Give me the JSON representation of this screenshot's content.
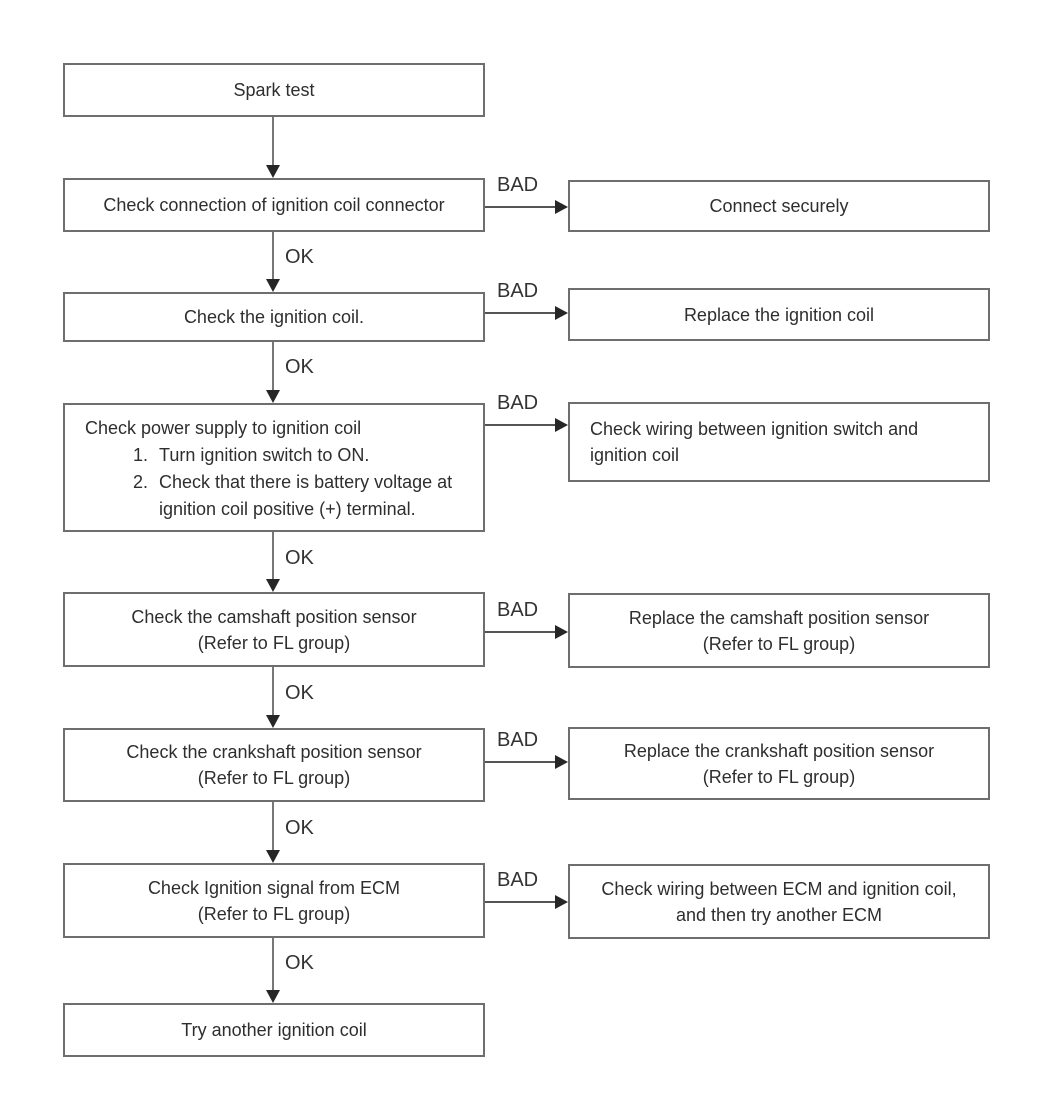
{
  "labels": {
    "ok": "OK",
    "bad": "BAD"
  },
  "colors": {
    "box_border": "#6e6e6e",
    "connector_line": "#777777",
    "arrowhead": "#262626",
    "text": "#2e2e2e"
  },
  "nodes": {
    "spark_test": {
      "lines": [
        "Spark test"
      ]
    },
    "check_connection": {
      "lines": [
        "Check connection of ignition coil connector"
      ]
    },
    "connect_securely": {
      "lines": [
        "Connect securely"
      ]
    },
    "check_ignition_coil": {
      "lines": [
        "Check the ignition coil."
      ]
    },
    "replace_ignition_coil": {
      "lines": [
        "Replace the ignition coil"
      ]
    },
    "check_power_supply": {
      "title": "Check power supply to ignition coil",
      "steps": [
        {
          "num": "1.",
          "text": "Turn ignition switch to ON."
        },
        {
          "num": "2.",
          "text": "Check that there is battery voltage at"
        }
      ],
      "step2_continuation": "ignition coil positive (+) terminal."
    },
    "check_wiring_ignition_switch": {
      "lines": [
        "Check wiring between ignition switch and",
        "ignition coil"
      ]
    },
    "check_camshaft_sensor": {
      "lines": [
        "Check the camshaft position sensor",
        "(Refer to FL group)"
      ]
    },
    "replace_camshaft_sensor": {
      "lines": [
        "Replace the camshaft position sensor",
        "(Refer to FL group)"
      ]
    },
    "check_crankshaft_sensor": {
      "lines": [
        "Check the crankshaft position sensor",
        "(Refer to FL group)"
      ]
    },
    "replace_crankshaft_sensor": {
      "lines": [
        "Replace the crankshaft position sensor",
        "(Refer to FL group)"
      ]
    },
    "check_ecm_signal": {
      "lines": [
        "Check Ignition signal from ECM",
        "(Refer to FL group)"
      ]
    },
    "check_wiring_ecm": {
      "lines": [
        "Check wiring between ECM and ignition coil,",
        "and then try another ECM"
      ]
    },
    "try_another_coil": {
      "lines": [
        "Try another ignition coil"
      ]
    }
  }
}
